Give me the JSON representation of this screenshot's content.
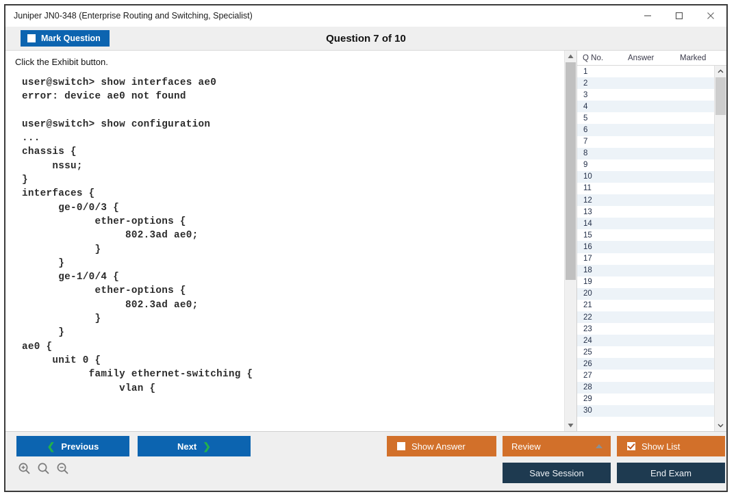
{
  "window": {
    "title": "Juniper JN0-348 (Enterprise Routing and Switching, Specialist)",
    "controls": {
      "minimize": "minimize-icon",
      "maximize": "maximize-icon",
      "close": "close-icon"
    }
  },
  "header": {
    "mark_question_label": "Mark Question",
    "mark_question_checked": false,
    "question_counter": "Question 7 of 10"
  },
  "content": {
    "prompt": "Click the Exhibit button.",
    "code": "user@switch> show interfaces ae0\nerror: device ae0 not found\n\nuser@switch> show configuration\n...\nchassis {\n     nssu;\n}\ninterfaces {\n      ge-0/0/3 {\n            ether-options {\n                 802.3ad ae0;\n            }\n      }\n      ge-1/0/4 {\n            ether-options {\n                 802.3ad ae0;\n            }\n      }\nae0 {\n     unit 0 {\n           family ethernet-switching {\n                vlan {"
  },
  "question_list": {
    "columns": [
      "Q No.",
      "Answer",
      "Marked"
    ],
    "rows": [
      {
        "qno": "1",
        "answer": "",
        "marked": ""
      },
      {
        "qno": "2",
        "answer": "",
        "marked": ""
      },
      {
        "qno": "3",
        "answer": "",
        "marked": ""
      },
      {
        "qno": "4",
        "answer": "",
        "marked": ""
      },
      {
        "qno": "5",
        "answer": "",
        "marked": ""
      },
      {
        "qno": "6",
        "answer": "",
        "marked": ""
      },
      {
        "qno": "7",
        "answer": "",
        "marked": ""
      },
      {
        "qno": "8",
        "answer": "",
        "marked": ""
      },
      {
        "qno": "9",
        "answer": "",
        "marked": ""
      },
      {
        "qno": "10",
        "answer": "",
        "marked": ""
      },
      {
        "qno": "11",
        "answer": "",
        "marked": ""
      },
      {
        "qno": "12",
        "answer": "",
        "marked": ""
      },
      {
        "qno": "13",
        "answer": "",
        "marked": ""
      },
      {
        "qno": "14",
        "answer": "",
        "marked": ""
      },
      {
        "qno": "15",
        "answer": "",
        "marked": ""
      },
      {
        "qno": "16",
        "answer": "",
        "marked": ""
      },
      {
        "qno": "17",
        "answer": "",
        "marked": ""
      },
      {
        "qno": "18",
        "answer": "",
        "marked": ""
      },
      {
        "qno": "19",
        "answer": "",
        "marked": ""
      },
      {
        "qno": "20",
        "answer": "",
        "marked": ""
      },
      {
        "qno": "21",
        "answer": "",
        "marked": ""
      },
      {
        "qno": "22",
        "answer": "",
        "marked": ""
      },
      {
        "qno": "23",
        "answer": "",
        "marked": ""
      },
      {
        "qno": "24",
        "answer": "",
        "marked": ""
      },
      {
        "qno": "25",
        "answer": "",
        "marked": ""
      },
      {
        "qno": "26",
        "answer": "",
        "marked": ""
      },
      {
        "qno": "27",
        "answer": "",
        "marked": ""
      },
      {
        "qno": "28",
        "answer": "",
        "marked": ""
      },
      {
        "qno": "29",
        "answer": "",
        "marked": ""
      },
      {
        "qno": "30",
        "answer": "",
        "marked": ""
      }
    ]
  },
  "toolbar": {
    "previous_label": "Previous",
    "next_label": "Next",
    "show_answer_label": "Show Answer",
    "show_answer_checked": false,
    "review_label": "Review",
    "show_list_label": "Show List",
    "show_list_checked": true,
    "save_session_label": "Save Session",
    "end_exam_label": "End Exam",
    "zoom_in": "zoom-in-icon",
    "zoom_reset": "zoom-icon",
    "zoom_out": "zoom-out-icon"
  },
  "colors": {
    "primary_blue": "#0c64b0",
    "accent_orange": "#d2702a",
    "dark_navy": "#1e3a50",
    "chevron_green": "#22b14c",
    "row_stripe": "#edf3f8"
  }
}
